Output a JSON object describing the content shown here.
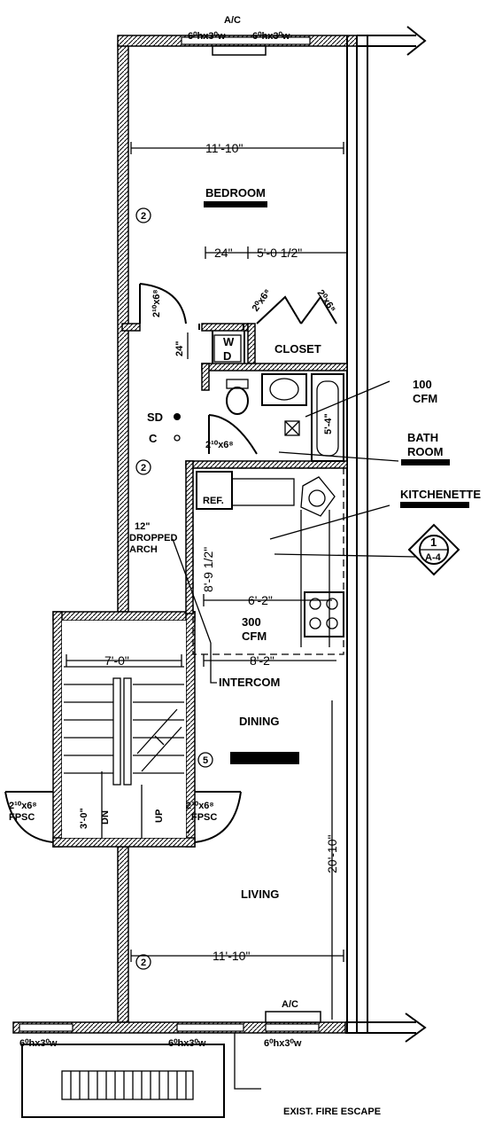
{
  "rooms": {
    "bedroom": "BEDROOM",
    "closet": "CLOSET",
    "bath_line1": "BATH",
    "bath_line2": "ROOM",
    "kitchenette": "KITCHENETTE",
    "dining": "DINING",
    "living": "LIVING"
  },
  "fixtures": {
    "ac_top": "A/C",
    "ac_bottom": "A/C",
    "wd_w": "W",
    "wd_d": "D",
    "ref": "REF.",
    "sd": "SD",
    "c": "C",
    "fan_bath_1": "100",
    "fan_bath_2": "CFM",
    "fan_kitchen_1": "300",
    "fan_kitchen_2": "CFM",
    "dropped_1": "12\"",
    "dropped_2": "DROPPED",
    "dropped_3": "ARCH",
    "intercom": "INTERCOM",
    "fpsc_left": "FPSC",
    "fpsc_right": "FPSC",
    "dn": "DN",
    "up": "UP",
    "fire_escape": "EXIST. FIRE ESCAPE"
  },
  "dimensions": {
    "bedroom_width": "11'-10\"",
    "closet_24": "24\"",
    "closet_width": "5'-0 1/2\"",
    "wd_24": "24\"",
    "kitchen_depth": "8'-9 1/2\"",
    "kitchen_width": "6'-2\"",
    "dining_width": "8'-2\"",
    "stair_width": "7'-0\"",
    "stair_door": "3'-0\"",
    "living_length": "20'-10\"",
    "living_width": "11'-10\"",
    "tub": "5'-4\""
  },
  "doors": {
    "bedroom": "2¹⁰x6⁸",
    "closet_left": "2⁰x6⁸",
    "closet_right": "2⁰x6⁸",
    "bath": "2¹⁰x6⁸",
    "fpsc_left": "2¹⁰x6⁸",
    "fpsc_right": "2¹⁰x6⁸"
  },
  "windows": {
    "top_left": "6⁰hx3⁰w",
    "top_right": "6⁰hx3⁰w",
    "bottom_left": "6⁰hx3⁰w",
    "bottom_mid": "6⁰hx3⁰w",
    "bottom_right": "6⁰hx3⁰w"
  },
  "wall_tags": {
    "bedroom": "2",
    "middle": "2",
    "living": "2",
    "dining": "5"
  },
  "section_marker": {
    "number": "1",
    "sheet": "A-4"
  }
}
